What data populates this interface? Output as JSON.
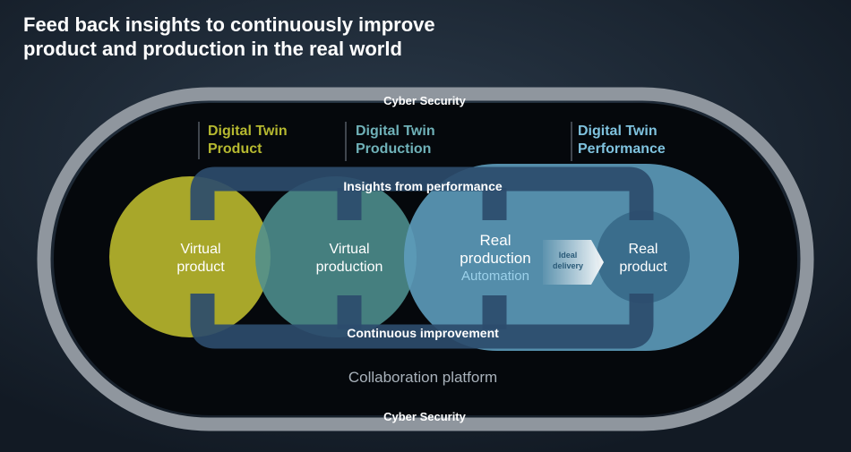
{
  "title": {
    "line1": "Feed back insights to continuously improve",
    "line2": "product and production in the real world"
  },
  "security_top": "Cyber Security",
  "security_bottom": "Cyber Security",
  "twins": {
    "product": {
      "line1": "Digital Twin",
      "line2": "Product"
    },
    "production": {
      "line1": "Digital Twin",
      "line2": "Production"
    },
    "performance": {
      "line1": "Digital Twin",
      "line2": "Performance"
    }
  },
  "loop": {
    "insights": "Insights from performance",
    "improvement": "Continuous improvement"
  },
  "circles": {
    "virtual_product": {
      "line1": "Virtual",
      "line2": "product"
    },
    "virtual_production": {
      "line1": "Virtual",
      "line2": "production"
    },
    "real_production": {
      "line1": "Real",
      "line2": "production",
      "line3": "Automation"
    },
    "ideal_delivery": {
      "line1": "Ideal",
      "line2": "delivery"
    },
    "real_product": {
      "line1": "Real",
      "line2": "product"
    }
  },
  "platform": "Collaboration platform",
  "colors": {
    "background": "#16202c",
    "ring": "#8f969e",
    "inner": "#05080c",
    "product": "#a8a72a",
    "production": "#4f8f8f",
    "performance": "#5d9cbb",
    "real_product": "#3a6d8c",
    "loop": "#2d4c6c",
    "product_label": "#b6b930",
    "production_label": "#6fb1b8",
    "performance_label": "#7fc2de",
    "automation": "#9cd1ea"
  }
}
